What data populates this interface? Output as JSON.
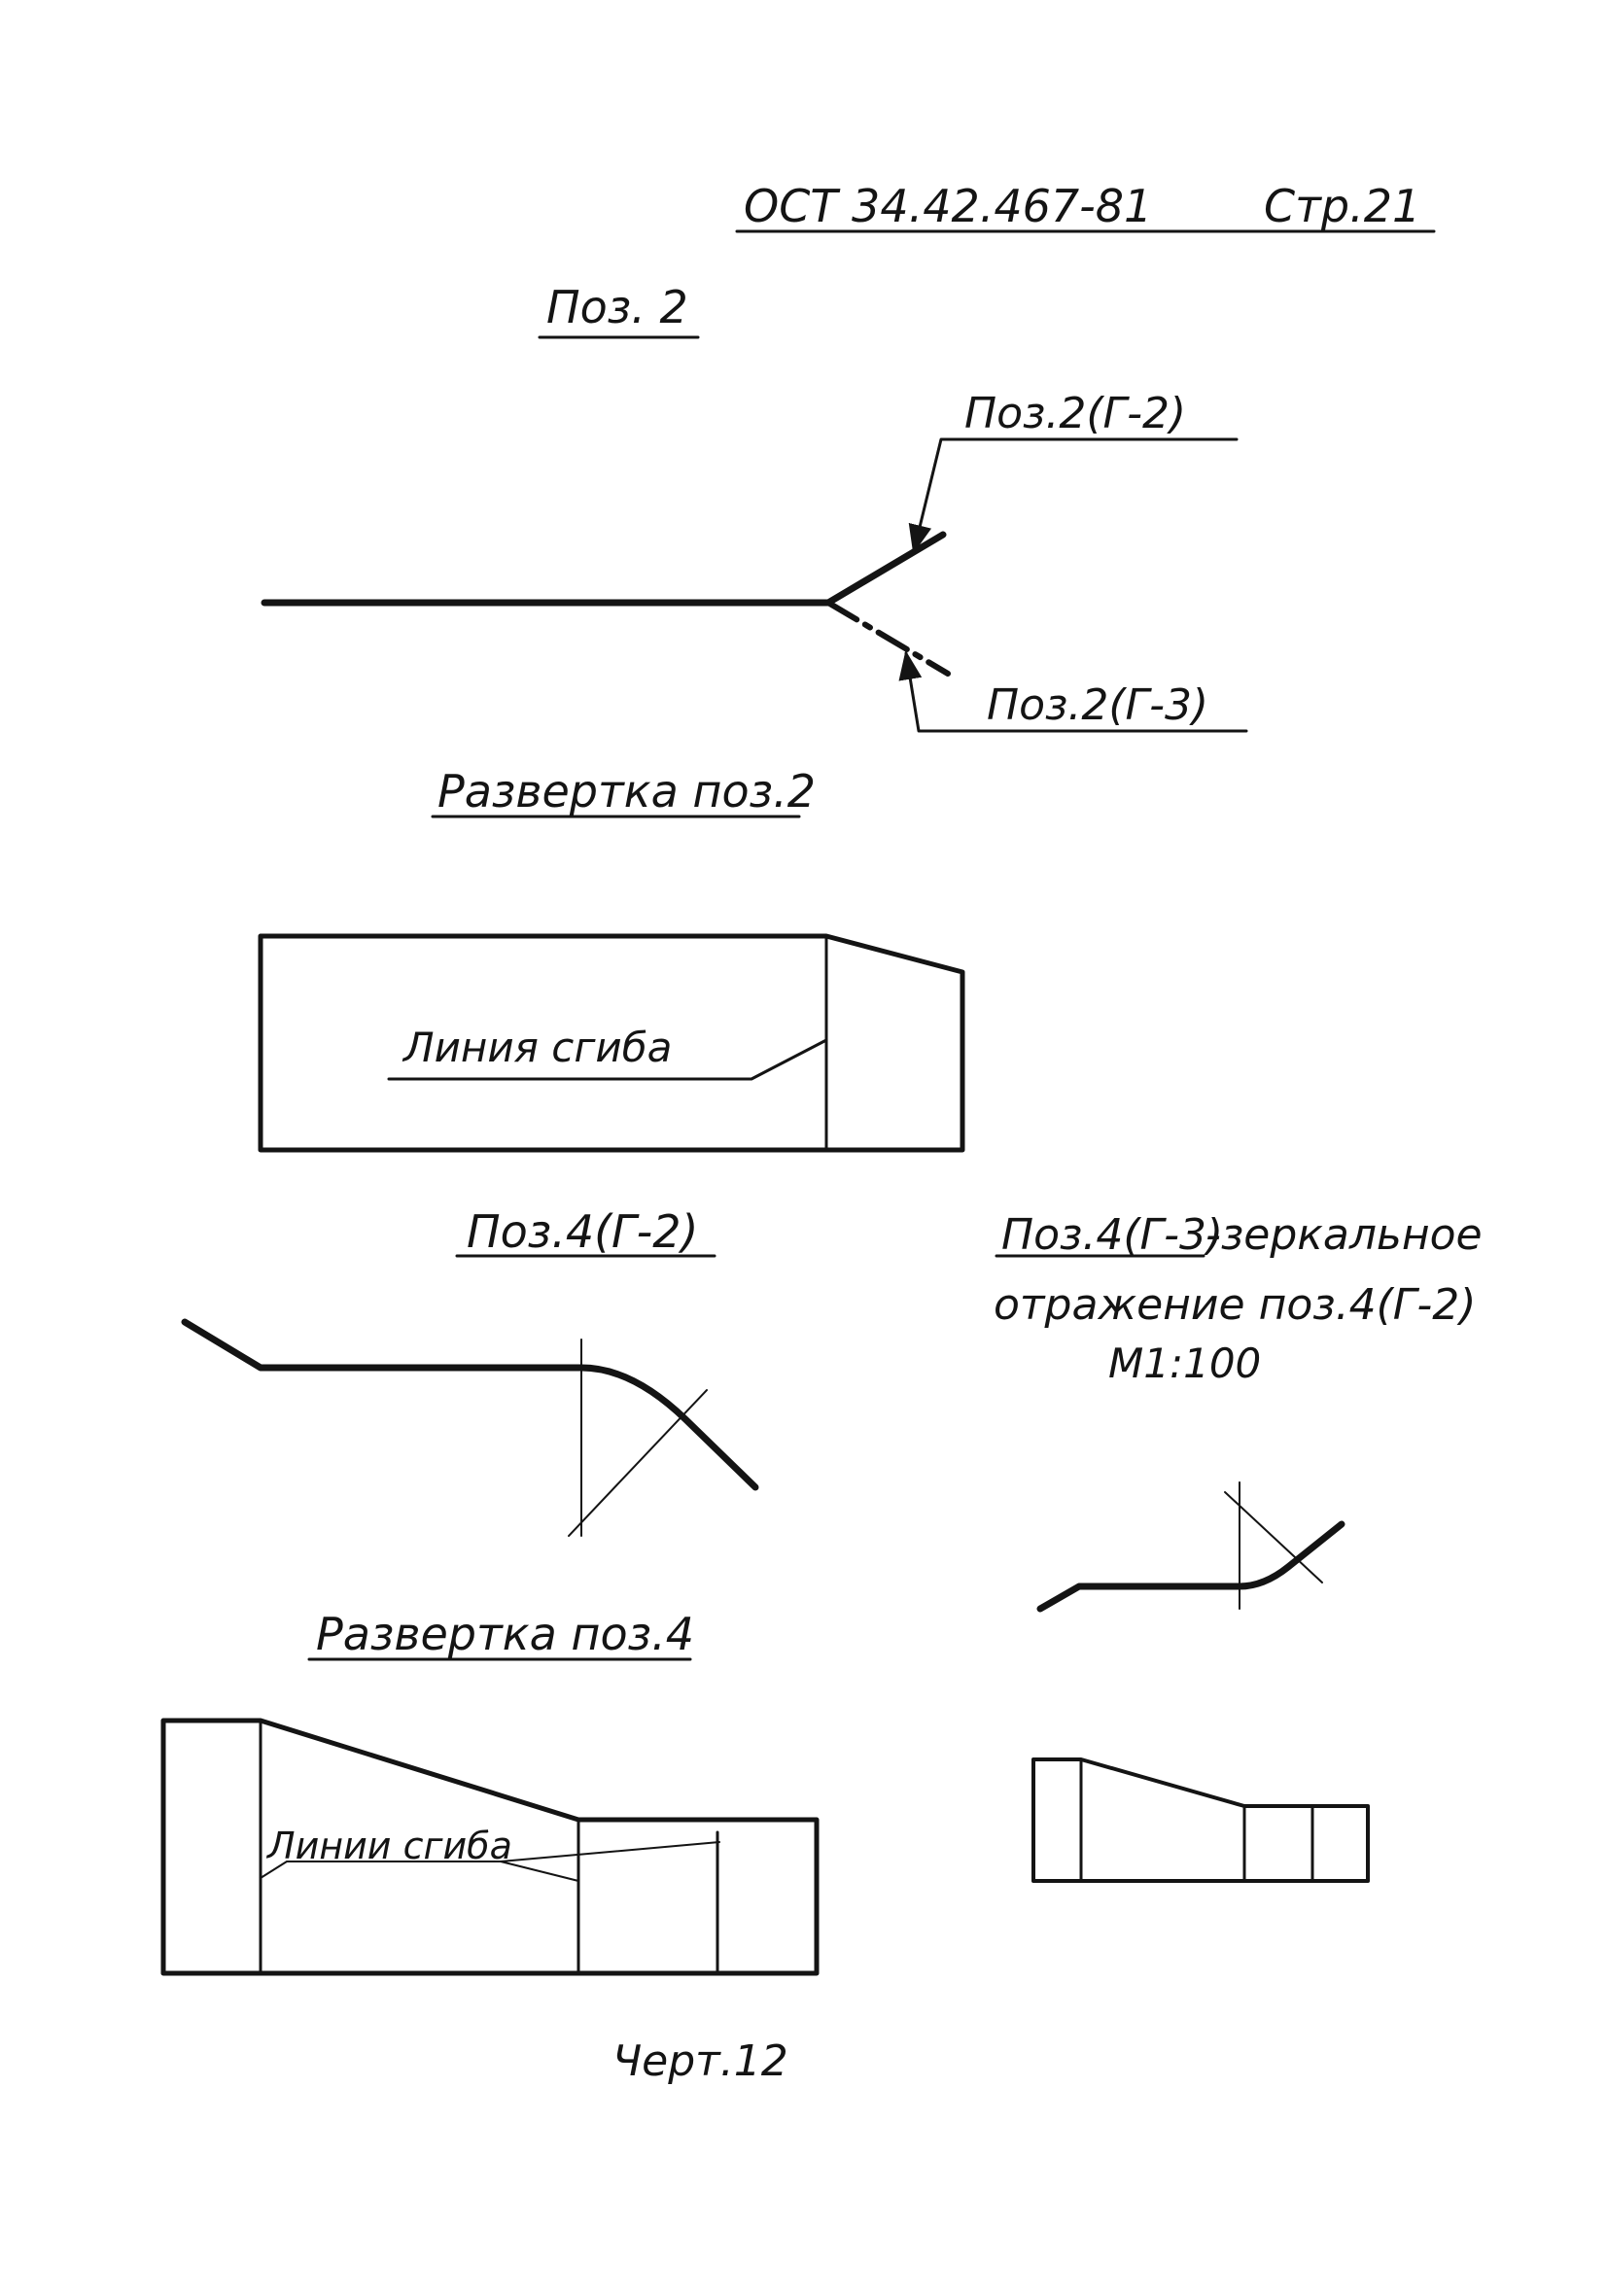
{
  "header": {
    "standard": "ОСТ 34.42.467-81",
    "page": "Стр.21"
  },
  "pos2": {
    "title": "Поз. 2",
    "label_g2": "Поз.2(Г-2)",
    "label_g3": "Поз.2(Г-3)"
  },
  "razvertka2": {
    "title": "Развертка поз.2",
    "bend_label": "Линия сгиба"
  },
  "pos4_g2": {
    "title": "Поз.4(Г-2)"
  },
  "pos4_g3": {
    "title": "Поз.4(Г-3)",
    "title_suffix": "-зеркальное",
    "line2": "отражение поз.4(Г-2)",
    "scale": "М1:100"
  },
  "razvertka4": {
    "title": "Развертка поз.4",
    "bend_label": "Линии сгиба"
  },
  "figure_caption": "Черт.12"
}
